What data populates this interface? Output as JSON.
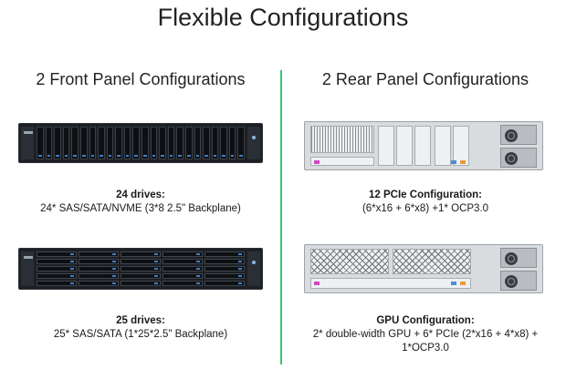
{
  "page": {
    "title": "Flexible Configurations"
  },
  "front": {
    "heading": "2 Front Panel Configurations",
    "config1": {
      "label": "24 drives:",
      "detail": "24* SAS/SATA/NVME (3*8 2.5\" Backplane)"
    },
    "config2": {
      "label": "25 drives:",
      "detail": "25* SAS/SATA (1*25*2.5\" Backplane)"
    }
  },
  "rear": {
    "heading": "2 Rear Panel Configurations",
    "config1": {
      "label": "12 PCIe Configuration:",
      "detail": "(6*x16 + 6*x8) +1* OCP3.0"
    },
    "config2": {
      "label": "GPU Configuration:",
      "detail_line1": "2* double-width GPU + 6* PCIe (2*x16 + 4*x8) +",
      "detail_line2": "1*OCP3.0"
    }
  },
  "colors": {
    "divider": "#3cc46a",
    "drive_accent": "#3d7fc7"
  }
}
